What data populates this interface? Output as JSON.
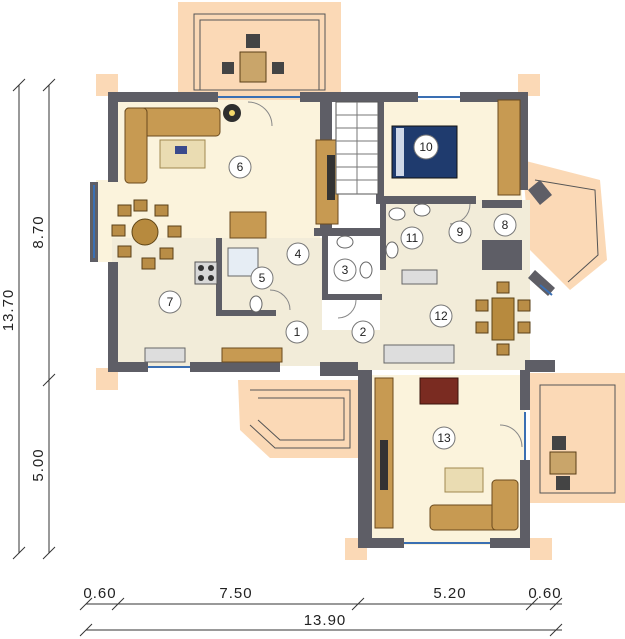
{
  "dimensions": {
    "vertical": [
      {
        "id": "v-total",
        "text": "13.70"
      },
      {
        "id": "v-upper",
        "text": "8.70"
      },
      {
        "id": "v-lower",
        "text": "5.00"
      }
    ],
    "horizontal": [
      {
        "id": "h-left-margin",
        "text": "0.60"
      },
      {
        "id": "h-left-part",
        "text": "7.50"
      },
      {
        "id": "h-right-part",
        "text": "5.20"
      },
      {
        "id": "h-right-margin",
        "text": "0.60"
      },
      {
        "id": "h-total",
        "text": "13.90"
      }
    ]
  },
  "rooms": [
    {
      "id": "room-1",
      "label": "1"
    },
    {
      "id": "room-2",
      "label": "2"
    },
    {
      "id": "room-3",
      "label": "3"
    },
    {
      "id": "room-4",
      "label": "4"
    },
    {
      "id": "room-5",
      "label": "5"
    },
    {
      "id": "room-6",
      "label": "6"
    },
    {
      "id": "room-7",
      "label": "7"
    },
    {
      "id": "room-8",
      "label": "8"
    },
    {
      "id": "room-9",
      "label": "9"
    },
    {
      "id": "room-10",
      "label": "10"
    },
    {
      "id": "room-11",
      "label": "11"
    },
    {
      "id": "room-12",
      "label": "12"
    },
    {
      "id": "room-13",
      "label": "13"
    }
  ],
  "colors": {
    "wall": "#5e5e66",
    "floor": "#fbf3dc",
    "terrace": "#fbd9b6",
    "tile": "#f2ecd9",
    "furniture": "#c79a52",
    "bed": "#1f3b6e"
  }
}
